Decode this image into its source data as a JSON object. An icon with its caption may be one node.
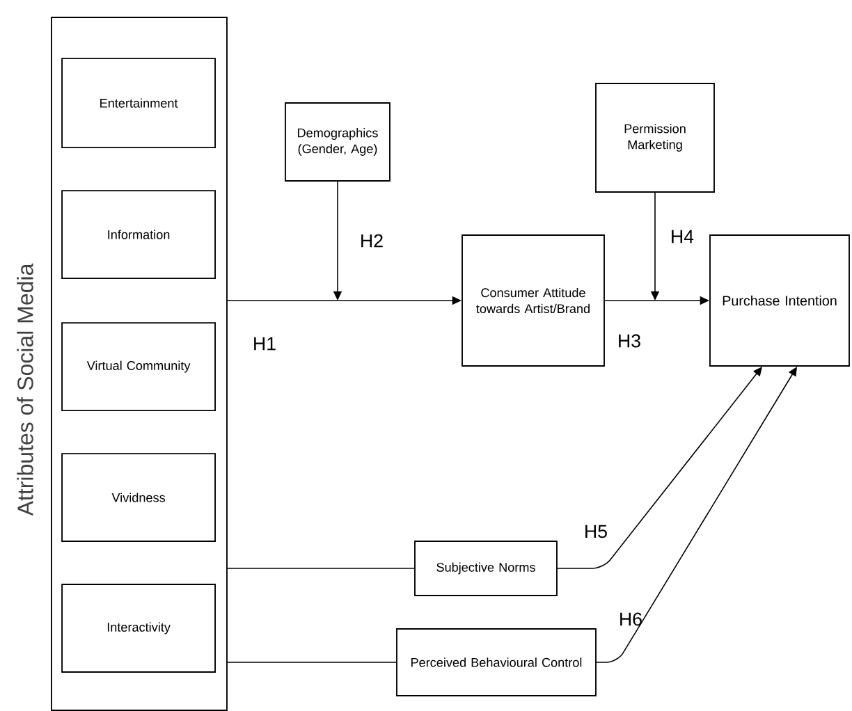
{
  "diagram": {
    "nodes": [
      {
        "text": [
          "Attributes of Social Media"
        ]
      },
      {
        "text": [
          "Entertainment"
        ],
        "in": 0
      },
      {
        "text": [
          "Information"
        ],
        "in": 0
      },
      {
        "text": [
          "Virtual Community"
        ],
        "in": 0
      },
      {
        "text": [
          "Vividness"
        ],
        "in": 0
      },
      {
        "text": [
          "Interactivity"
        ],
        "in": 0
      },
      {
        "text": [
          "Demographics (Gender, Age)"
        ]
      },
      {
        "text": [
          "Permission Marketing"
        ]
      },
      {
        "text": [
          "Consumer Attitude towards Artist/Brand"
        ]
      },
      {
        "text": [
          "Purchase Intention"
        ]
      },
      {
        "text": [
          "Subjective Norms"
        ]
      },
      {
        "text": [
          "Perceived Behavioural Control"
        ]
      }
    ],
    "edges": [
      {
        "from": 0,
        "to": 8,
        "arrow": "to",
        "label": "H1"
      },
      {
        "from": 6,
        "to": null,
        "arrow": "to",
        "label": "H2"
      },
      {
        "from": 8,
        "to": 9,
        "arrow": "to",
        "label": "H3"
      },
      {
        "from": 7,
        "to": null,
        "arrow": "to",
        "label": "H4"
      },
      {
        "from": 0,
        "to": 10,
        "arrow": "none"
      },
      {
        "from": 10,
        "to": 9,
        "arrow": "to",
        "label": "H5"
      },
      {
        "from": 0,
        "to": 11,
        "arrow": "none"
      },
      {
        "from": 11,
        "to": 9,
        "arrow": "to",
        "label": "H6"
      }
    ]
  }
}
